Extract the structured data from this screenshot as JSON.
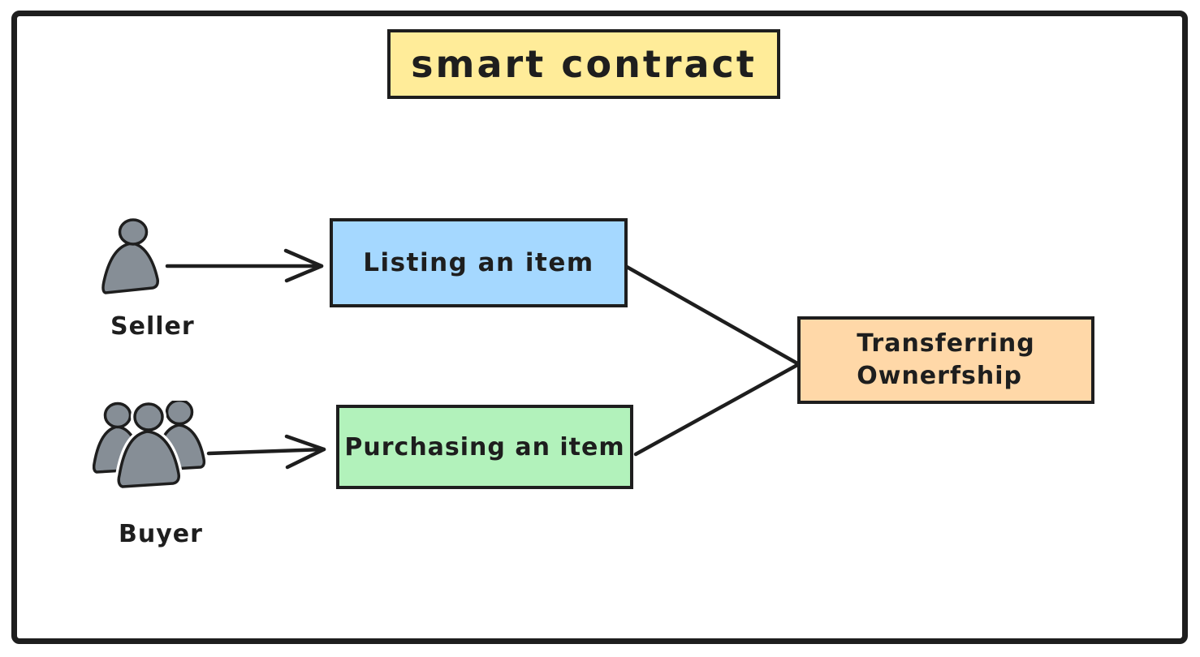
{
  "diagram": {
    "type": "flowchart",
    "title": {
      "label": "smart contract"
    },
    "actors": {
      "seller": {
        "label": "Seller",
        "icon": "person-icon"
      },
      "buyer": {
        "label": "Buyer",
        "icon": "people-group-icon"
      }
    },
    "nodes": {
      "listing": {
        "label": "Listing an item"
      },
      "purchasing": {
        "label": "Purchasing an item"
      },
      "transferring": {
        "line1": "Transferring",
        "line2": "Ownerfship"
      }
    },
    "edges": [
      {
        "from": "Seller",
        "to": "Listing an item",
        "style": "arrow"
      },
      {
        "from": "Buyer",
        "to": "Purchasing an item",
        "style": "arrow"
      },
      {
        "from": "Listing an item",
        "to": "Transferring Ownerfship",
        "style": "line"
      },
      {
        "from": "Purchasing an item",
        "to": "Transferring Ownerfship",
        "style": "line"
      }
    ],
    "colors": {
      "stroke": "#1e1e1e",
      "title_fill": "#ffec99",
      "listing_fill": "#a5d8ff",
      "purchasing_fill": "#b2f2bb",
      "transferring_fill": "#ffd8a8",
      "actor_fill": "#868e96",
      "background": "#ffffff"
    }
  }
}
